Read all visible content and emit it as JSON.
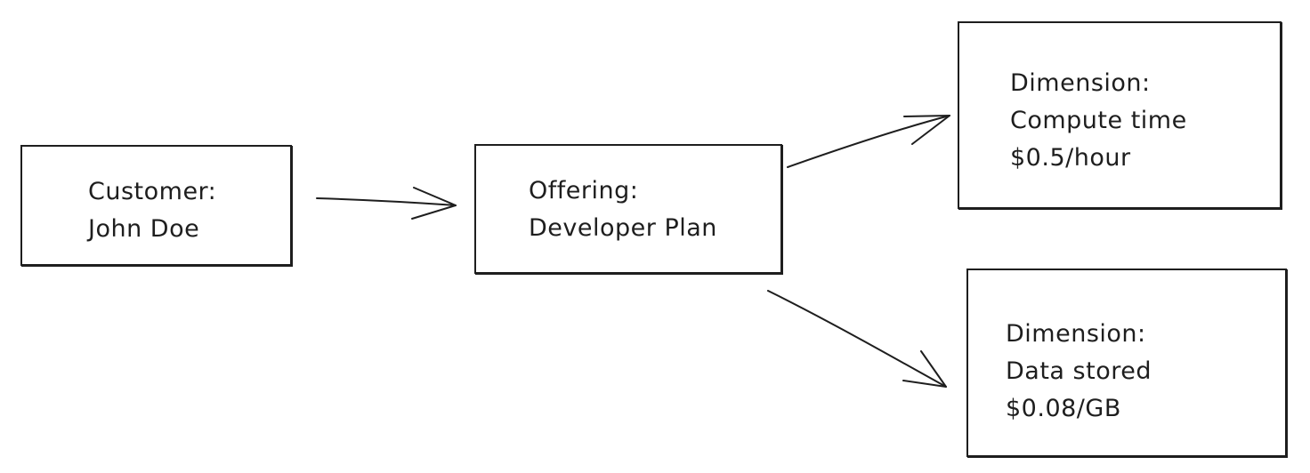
{
  "customer": {
    "label": "Customer:",
    "value": "John Doe"
  },
  "offering": {
    "label": "Offering:",
    "value": "Developer Plan"
  },
  "dimensions": [
    {
      "label": "Dimension:",
      "name": "Compute time",
      "price": "$0.5/hour"
    },
    {
      "label": "Dimension:",
      "name": "Data stored",
      "price": "$0.08/GB"
    }
  ],
  "style": {
    "stroke_color": "#1e1e1e",
    "background": "#ffffff"
  }
}
